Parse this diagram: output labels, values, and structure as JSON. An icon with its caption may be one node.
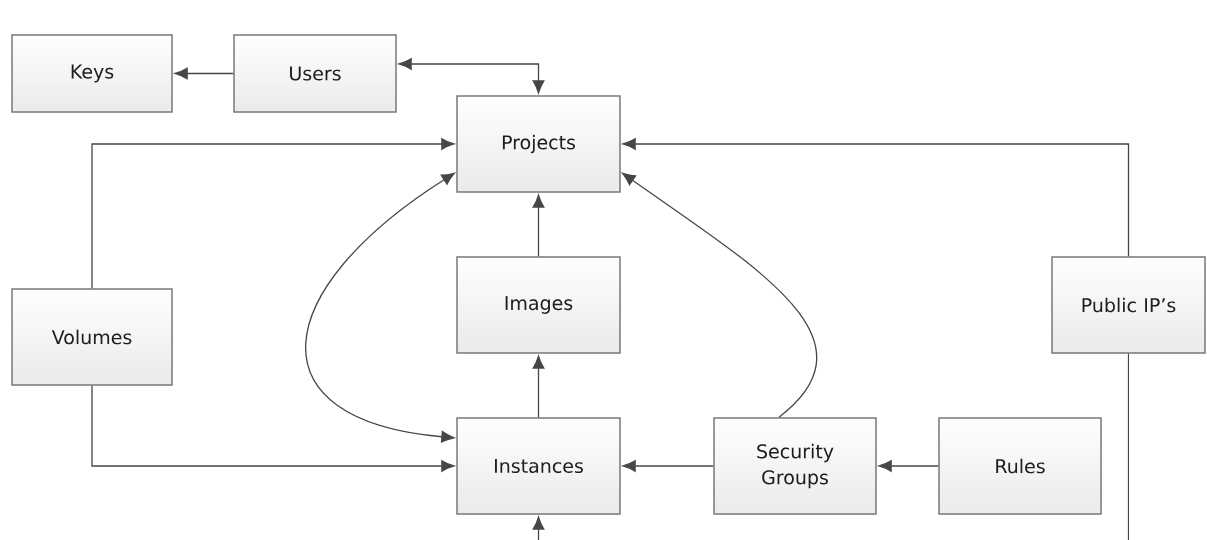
{
  "diagram": {
    "nodes": [
      {
        "text": [
          "Keys"
        ]
      },
      {
        "text": [
          "Users"
        ]
      },
      {
        "text": [
          "Projects"
        ]
      },
      {
        "text": [
          "Volumes"
        ]
      },
      {
        "text": [
          "Images"
        ]
      },
      {
        "text": [
          "Public IP’s"
        ]
      },
      {
        "text": [
          "Instances"
        ]
      },
      {
        "text": [
          "Security Groups"
        ]
      },
      {
        "text": [
          "Rules"
        ]
      }
    ],
    "edges": [
      {
        "from": 1,
        "to": 0,
        "arrow": "to"
      },
      {
        "from": 1,
        "to": 2,
        "arrow": "both"
      },
      {
        "from": 3,
        "to": 2,
        "arrow": "to"
      },
      {
        "from": 3,
        "to": 6,
        "arrow": "to"
      },
      {
        "from": 6,
        "to": 2,
        "arrow": "both"
      },
      {
        "from": 4,
        "to": 2,
        "arrow": "to"
      },
      {
        "from": 6,
        "to": 4,
        "arrow": "to"
      },
      {
        "from": 7,
        "to": 2,
        "arrow": "to"
      },
      {
        "from": 5,
        "to": 2,
        "arrow": "to"
      },
      {
        "from": 7,
        "to": 6,
        "arrow": "to"
      },
      {
        "from": 8,
        "to": 7,
        "arrow": "to"
      },
      {
        "from": 5,
        "to": null,
        "arrow": "none"
      },
      {
        "from": null,
        "to": 6,
        "arrow": "to"
      }
    ]
  }
}
